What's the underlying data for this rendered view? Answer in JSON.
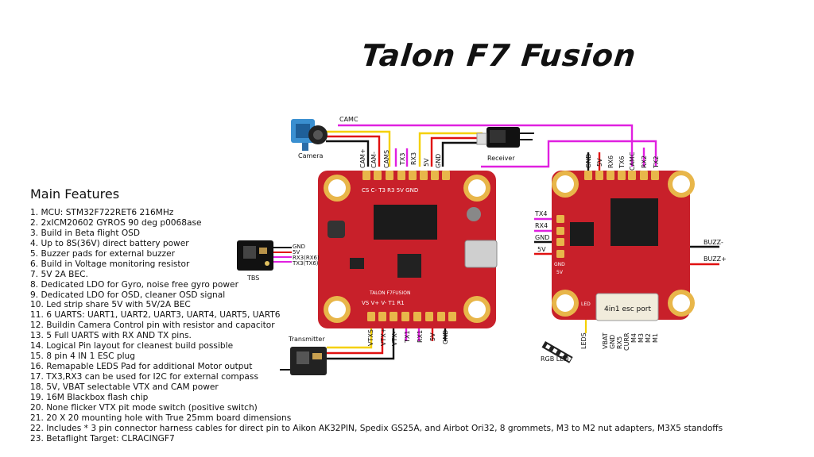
{
  "title": "Talon F7 Fusion",
  "features_heading": "Main Features",
  "features": [
    "1.   MCU: STM32F722RET6 216MHz",
    "2.   2xICM20602 GYROS 90 deg p0068ase",
    "3.   Build in Beta flight OSD",
    "4.   Up to 8S(36V) direct battery power",
    "5.   Buzzer pads for external buzzer",
    "6.   Build in Voltage monitoring resistor",
    "7.   5V 2A BEC.",
    "8.   Dedicated LDO for Gyro, noise free gyro power",
    "9.   Dedicated LDO for OSD, cleaner OSD signal",
    "10. Led strip share 5V with 5V/2A BEC",
    "11. 6 UARTS: UART1, UART2, UART3, UART4, UART5, UART6",
    "12. Buildin Camera Control pin with resistor and capacitor",
    "13. 5 Full UARTS with RX AND TX pins.",
    "14. Logical Pin layout for cleanest build possible",
    "15. 8 pin 4 IN 1 ESC plug",
    "16. Remapable LEDS Pad for additional Motor output",
    "17. TX3,RX3 can be used for I2C for external compass",
    "18. 5V, VBAT selectable VTX and CAM power",
    "19. 16M Blackbox flash chip",
    "20. None flicker VTX pit mode switch (positive switch)",
    "21. 20 X 20 mounting hole with True 25mm board dimensions",
    "22. Includes * 3 pin connector harness cables for direct pin to Aikon AK32PIN, Spedix GS25A, and Airbot Ori32, 8 grommets, M3 to M2 nut adapters, M3X5 standoffs",
    "23. Betaflight Target: CLRACINGF7"
  ],
  "labels": {
    "camera": "Camera",
    "receiver": "Receiver",
    "camc_top": "CAMC",
    "tbs": "TBS",
    "transmitter": "Transmitter",
    "rgb_led": "RGB LED",
    "esc_port": "4in1 esc port",
    "buzz_minus": "BUZZ-",
    "buzz_plus": "BUZZ+"
  },
  "fc_top_pins": [
    "CAM+",
    "CAM-",
    "CAMS",
    "TX3",
    "RX3",
    "5V",
    "GND"
  ],
  "fc_bottom_pins": [
    "VTXS",
    "VTX+",
    "VTX-",
    "TX1",
    "RX1",
    "5V",
    "GND"
  ],
  "tbs_pins": [
    "GND",
    "5V",
    "RX3(RX6)",
    "TX3(TX6)"
  ],
  "esc_top_pins": [
    "GND",
    "5V",
    "RX6",
    "TX6",
    "CAMC",
    "RX2",
    "TX2"
  ],
  "esc_left_pins": [
    "TX4",
    "RX4",
    "GND",
    "5V"
  ],
  "esc_bottom_pins": [
    "LEDS",
    "VBAT",
    "GND",
    "RX5",
    "CURR",
    "M4",
    "M3",
    "M2",
    "M1"
  ],
  "board_silk": {
    "fc_top": "CS  C-  T3  R3  5V  GND",
    "fc_bottom": "VS  V+  V-  T1  R1",
    "fc_name": "TALON F7FUSION",
    "esc_gnd": "GND",
    "esc_5v": "5V",
    "esc_led": "LED"
  },
  "colors": {
    "board": "#c8202a",
    "board_dark": "#a5141f",
    "pad": "#e8b64a",
    "wire_yellow": "#f5d000",
    "wire_red": "#e01010",
    "wire_black": "#111111",
    "wire_magenta": "#e020e0"
  }
}
